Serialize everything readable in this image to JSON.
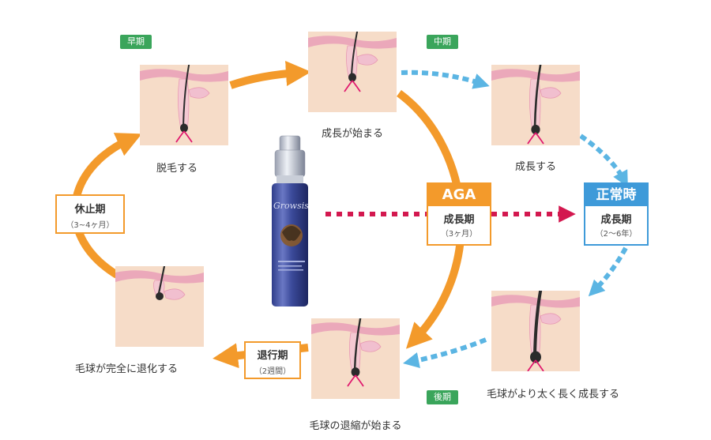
{
  "colors": {
    "orange": "#f39a2b",
    "blue": "#5bb5e3",
    "red": "#d3184f",
    "green": "#3aa55b",
    "skin": "#f6dcc8",
    "epidermis": "#eba8ba",
    "hair": "#2b2b2b",
    "bulb": "#e0196e"
  },
  "tags": {
    "early": "早期",
    "middle": "中期",
    "late": "後期"
  },
  "captions": {
    "start": "成長が始まる",
    "grow": "成長する",
    "thicken": "毛球がより太く長く成長する",
    "shrink": "毛球の退縮が始まる",
    "fullRegress": "毛球が完全に退化する",
    "shed": "脱毛する"
  },
  "phases": {
    "rest": {
      "title": "休止期",
      "sub": "（3~4ヶ月）"
    },
    "regress": {
      "title": "退行期",
      "sub": "（2週間）"
    },
    "aga": {
      "header": "AGA",
      "title": "成長期",
      "sub": "（3ヶ月）"
    },
    "normal": {
      "header": "正常時",
      "title": "成長期",
      "sub": "（2～6年）"
    }
  },
  "product": {
    "brand": "Growsis"
  }
}
